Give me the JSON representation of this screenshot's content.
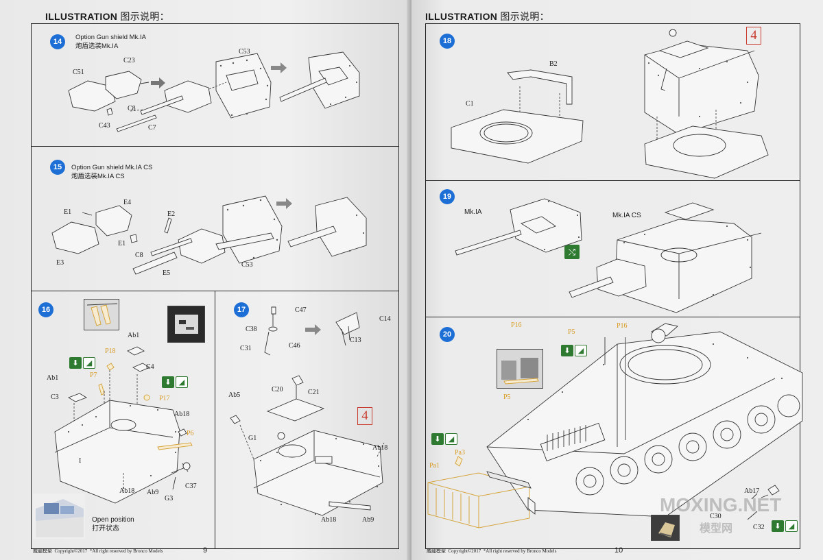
{
  "left_page": {
    "header": {
      "title": "ILLUSTRATION",
      "title_cn": "图示说明："
    },
    "step14": {
      "number": "14",
      "caption_en": "Option Gun shield Mk.IA",
      "caption_cn": "炮盾选装Mk.IA",
      "parts": {
        "c51": "C51",
        "c23": "C23",
        "c8": "C8",
        "c43": "C43",
        "c7": "C7",
        "c53": "C53"
      }
    },
    "step15": {
      "number": "15",
      "caption_en": "Option Gun shield Mk.IA CS",
      "caption_cn": "炮盾选装Mk.IA CS",
      "parts": {
        "e1a": "E1",
        "e4": "E4",
        "e2": "E2",
        "e1b": "E1",
        "e3": "E3",
        "c8": "C8",
        "e5": "E5",
        "c53": "C53"
      }
    },
    "step16": {
      "number": "16",
      "parts": {
        "ab1a": "Ab1",
        "p18": "P18",
        "c4": "C4",
        "ab1b": "Ab1",
        "p7": "P7",
        "c3": "C3",
        "p17": "P17",
        "ab18a": "Ab18",
        "p6": "P6",
        "i": "I",
        "ab18b": "Ab18",
        "ab9": "Ab9",
        "c37": "C37",
        "g3": "G3"
      },
      "open_en": "Open position",
      "open_cn": "打开状态"
    },
    "step17": {
      "number": "17",
      "parts": {
        "c47": "C47",
        "c38": "C38",
        "c31": "C31",
        "c46": "C46",
        "c14": "C14",
        "c13": "C13",
        "ab5": "Ab5",
        "c20": "C20",
        "c21": "C21",
        "g1": "G1",
        "ab18a": "Ab18",
        "ab18b": "Ab18",
        "ab9": "Ab9"
      },
      "tag": "4"
    },
    "footer": {
      "brand": "威龍模型",
      "copyright": "Copyright©2017",
      "rights": "*All right reserved by Bronco Models"
    },
    "page_number": "9"
  },
  "right_page": {
    "header": {
      "title": "ILLUSTRATION",
      "title_cn": "图示说明："
    },
    "step18": {
      "number": "18",
      "parts": {
        "b2": "B2",
        "c1": "C1"
      },
      "tag": "4"
    },
    "step19": {
      "number": "19",
      "label_a": "Mk.IA",
      "label_b": "Mk.IA CS"
    },
    "step20": {
      "number": "20",
      "parts": {
        "p16a": "P16",
        "p5a": "P5",
        "p16b": "P16",
        "p5b": "P5",
        "pa1": "Pa1",
        "pa3": "Pa3",
        "ab17": "Ab17",
        "c30": "C30",
        "c32": "C32"
      }
    },
    "footer": {
      "brand": "威龍模型",
      "copyright": "Copyright©2017",
      "rights": "*All right reserved by Bronco Models"
    },
    "page_number": "10",
    "watermark": {
      "text": "MOXING.NET",
      "text_cn": "模型网"
    }
  },
  "colors": {
    "step_badge": "#1d6fd6",
    "tag_red": "#c83a2e",
    "photoetch_gold": "#d79a22",
    "icon_green": "#2f7a31"
  },
  "icons": [
    "glue-icon",
    "cement-icon",
    "swap-arrows-icon",
    "insert-arrow-icon"
  ]
}
